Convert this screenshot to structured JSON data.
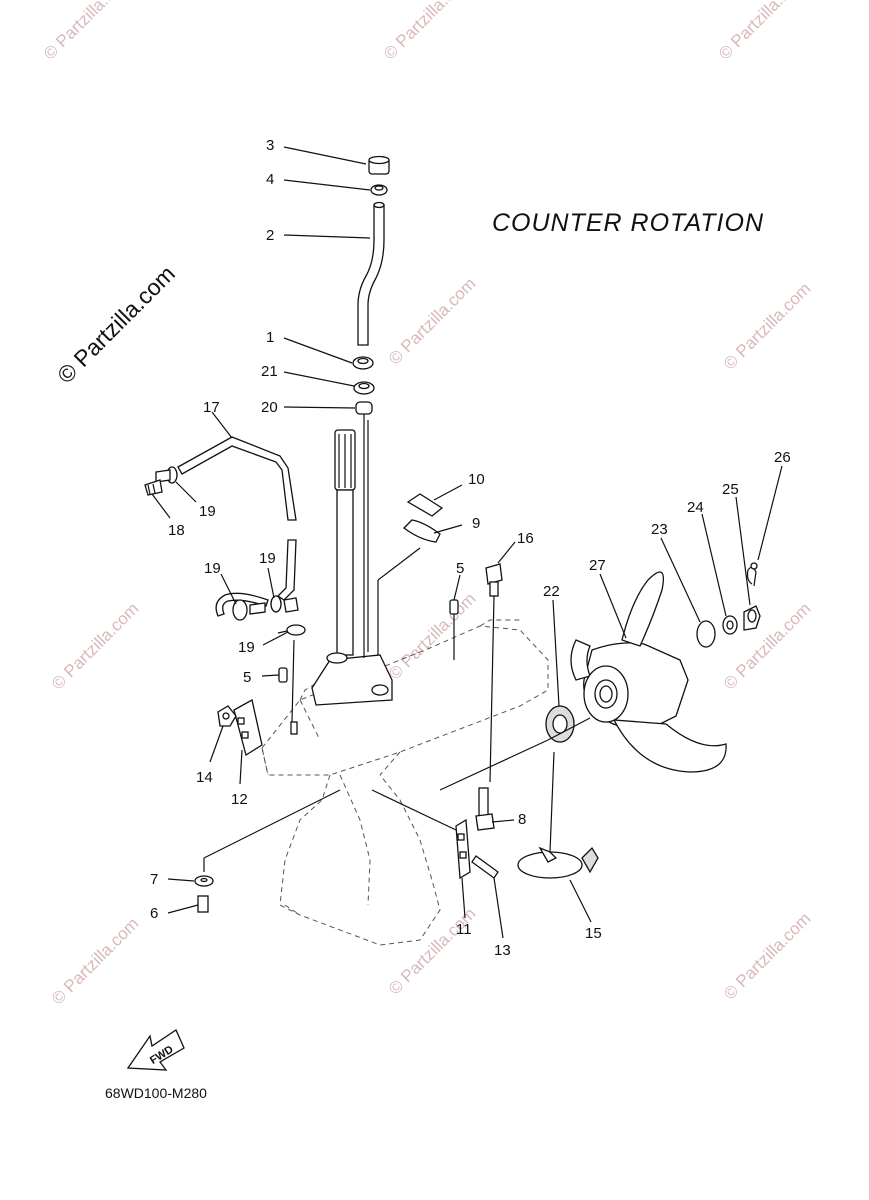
{
  "title": "COUNTER  ROTATION",
  "diagram_code": "68WD100-M280",
  "fwd_label": "FWD",
  "copyright_main": "© Partzilla.com",
  "watermark_text": "© Partzilla.com",
  "callouts": [
    {
      "id": "callout-1",
      "label": "1"
    },
    {
      "id": "callout-2",
      "label": "2"
    },
    {
      "id": "callout-3",
      "label": "3"
    },
    {
      "id": "callout-4",
      "label": "4"
    },
    {
      "id": "callout-5a",
      "label": "5"
    },
    {
      "id": "callout-5b",
      "label": "5"
    },
    {
      "id": "callout-6",
      "label": "6"
    },
    {
      "id": "callout-7",
      "label": "7"
    },
    {
      "id": "callout-8",
      "label": "8"
    },
    {
      "id": "callout-9",
      "label": "9"
    },
    {
      "id": "callout-10",
      "label": "10"
    },
    {
      "id": "callout-11",
      "label": "11"
    },
    {
      "id": "callout-12",
      "label": "12"
    },
    {
      "id": "callout-13",
      "label": "13"
    },
    {
      "id": "callout-14",
      "label": "14"
    },
    {
      "id": "callout-15",
      "label": "15"
    },
    {
      "id": "callout-16",
      "label": "16"
    },
    {
      "id": "callout-17",
      "label": "17"
    },
    {
      "id": "callout-18",
      "label": "18"
    },
    {
      "id": "callout-19a",
      "label": "19"
    },
    {
      "id": "callout-19b",
      "label": "19"
    },
    {
      "id": "callout-19c",
      "label": "19"
    },
    {
      "id": "callout-19d",
      "label": "19"
    },
    {
      "id": "callout-20",
      "label": "20"
    },
    {
      "id": "callout-21",
      "label": "21"
    },
    {
      "id": "callout-22",
      "label": "22"
    },
    {
      "id": "callout-23",
      "label": "23"
    },
    {
      "id": "callout-24",
      "label": "24"
    },
    {
      "id": "callout-25",
      "label": "25"
    },
    {
      "id": "callout-26",
      "label": "26"
    },
    {
      "id": "callout-27",
      "label": "27"
    }
  ]
}
